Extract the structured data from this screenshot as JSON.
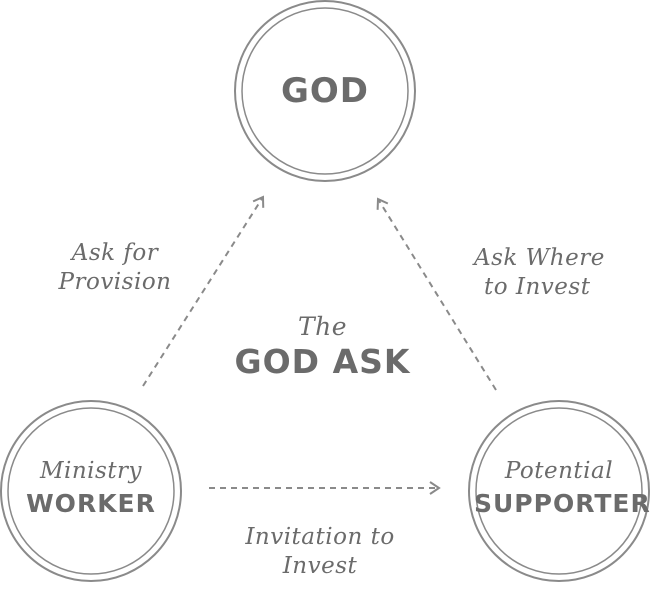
{
  "nodes": {
    "top": {
      "word": "GOD"
    },
    "left": {
      "italic": "Ministry",
      "bold": "WORKER"
    },
    "right": {
      "italic": "Potential",
      "bold": "SUPPORTER"
    }
  },
  "center": {
    "italic": "The",
    "bold": "GOD ASK"
  },
  "edges": {
    "left_up": {
      "line1": "Ask for",
      "line2": "Provision"
    },
    "right_up": {
      "line1": "Ask Where",
      "line2": "to Invest"
    },
    "bottom": {
      "line1": "Invitation to",
      "line2": "Invest"
    }
  },
  "colors": {
    "stroke": "#8a8a8a",
    "text": "#6b6b6b",
    "background": "#ffffff"
  }
}
